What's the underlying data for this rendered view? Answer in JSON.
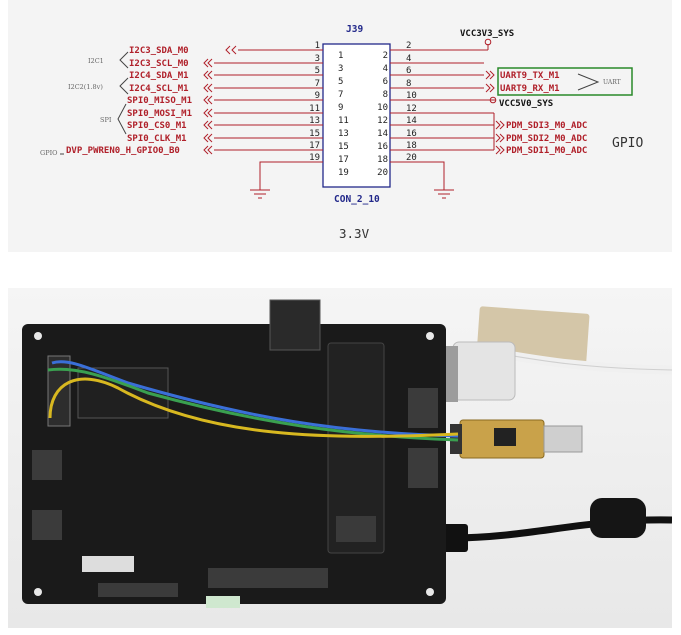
{
  "schematic": {
    "connector_ref": "J39",
    "connector_part": "CON_2_10",
    "left_nets": [
      "I2C3_SDA_M0",
      "I2C3_SCL_M0",
      "I2C4_SDA_M1",
      "I2C4_SCL_M1",
      "SPI0_MISO_M1",
      "SPI0_MOSI_M1",
      "SPI0_CS0_M1",
      "SPI0_CLK_M1",
      "DVP_PWREN0_H_GPIO0_B0"
    ],
    "right_nets": [
      "UART9_TX_M1",
      "UART9_RX_M1",
      "PDM_SDI3_M0_ADC",
      "PDM_SDI2_M0_ADC",
      "PDM_SDI1_M0_ADC"
    ],
    "left_pins": [
      "1",
      "3",
      "5",
      "7",
      "9",
      "11",
      "13",
      "15",
      "17",
      "19"
    ],
    "right_pins": [
      "2",
      "4",
      "6",
      "8",
      "10",
      "12",
      "14",
      "16",
      "18",
      "20"
    ],
    "inner_left": [
      "1",
      "3",
      "5",
      "7",
      "9",
      "11",
      "13",
      "15",
      "17",
      "19"
    ],
    "inner_right": [
      "2",
      "4",
      "6",
      "8",
      "10",
      "12",
      "14",
      "16",
      "18",
      "20"
    ],
    "groups": {
      "i2c1": "I2C1",
      "i2c2": "I2C2(1.8v)",
      "spi": "SPI",
      "gpio_small": "GPIO",
      "uart": "UART"
    },
    "vcc3v3": "VCC3V3_SYS",
    "vcc5v0": "VCC5V0_SYS",
    "gpio_label": "GPIO",
    "voltage_note": "3.3V"
  },
  "photo": {
    "description_colors": {
      "board": "#1a1a1a",
      "wire_blue": "#3a6fd8",
      "wire_yellow": "#d8b820",
      "wire_green": "#3aa050",
      "usb_pcb": "#c9a24a"
    }
  }
}
